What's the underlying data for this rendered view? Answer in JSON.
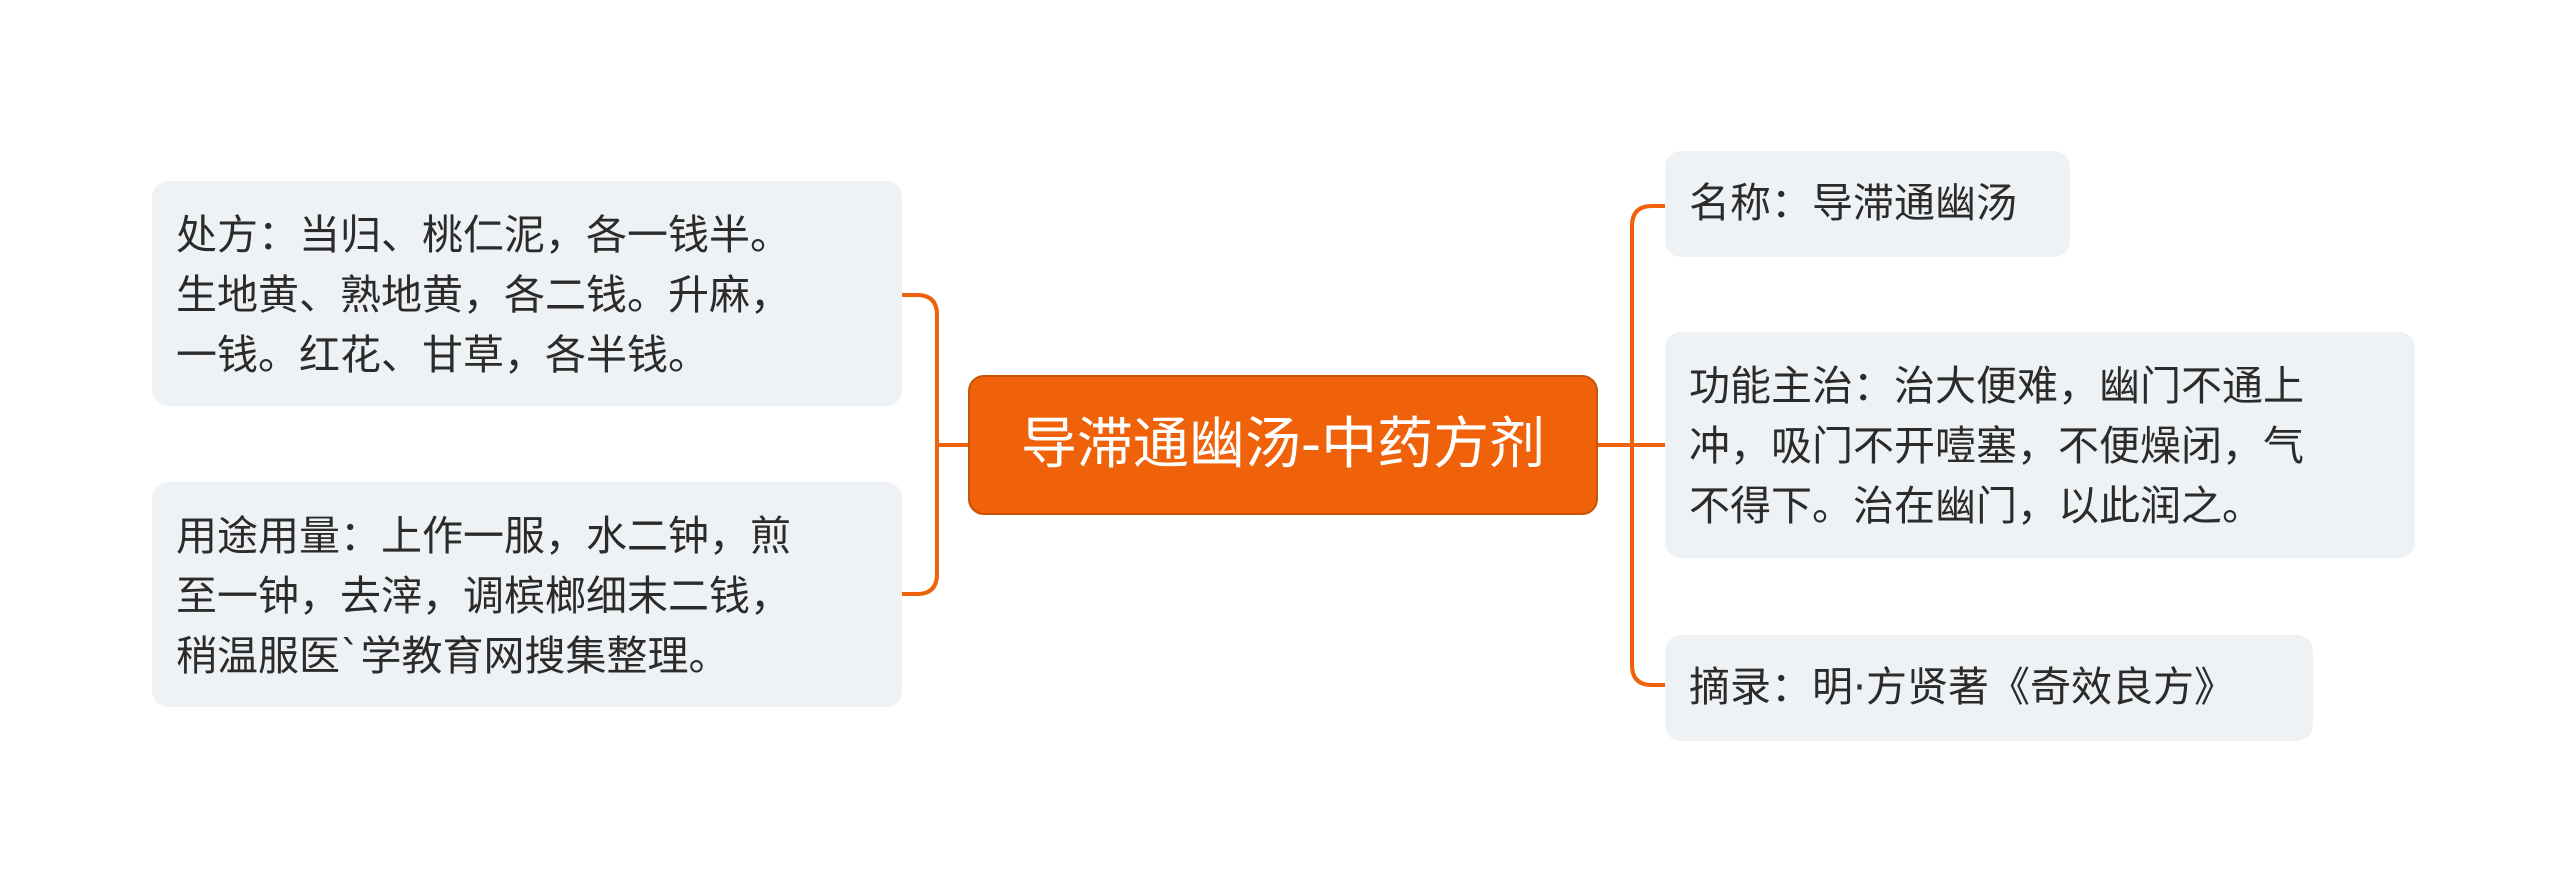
{
  "mindmap": {
    "central": {
      "text": "导滞通幽汤-中药方剂"
    },
    "left_nodes": [
      {
        "text": "处方：当归、桃仁泥，各一钱半。\n生地黄、熟地黄，各二钱。升麻，\n一钱。红花、甘草，各半钱。"
      },
      {
        "text": "用途用量：上作一服，水二钟，煎\n至一钟，去滓，调槟榔细末二钱，\n稍温服医`学教育网搜集整理。"
      }
    ],
    "right_nodes": [
      {
        "text": "名称：导滞通幽汤"
      },
      {
        "text": "功能主治：治大便难，幽门不通上\n冲，吸门不开噎塞，不便燥闭，气\n不得下。治在幽门，以此润之。"
      },
      {
        "text": "摘录：明·方贤著《奇效良方》"
      }
    ]
  },
  "colors": {
    "accent": "#ef6209",
    "node_background": "#eff2f5",
    "connector": "#ef6209"
  }
}
